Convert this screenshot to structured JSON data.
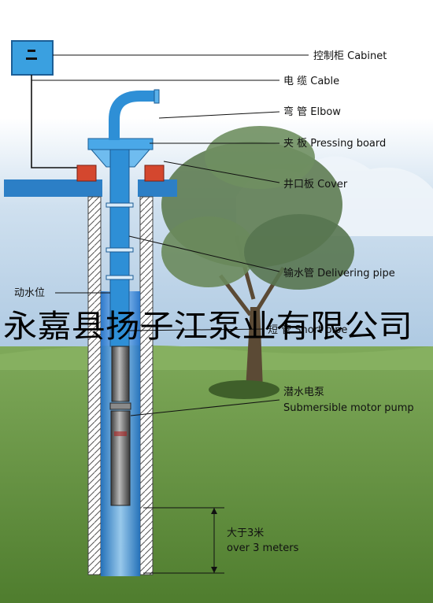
{
  "labels": {
    "cabinet": "控制柜 Cabinet",
    "cable": "电 缆 Cable",
    "elbow": "弯 管 Elbow",
    "pressing_board": "夹 板 Pressing board",
    "cover": "井口板 Cover",
    "delivering_pipe": "输水管 Delivering pipe",
    "dynamic_water_level": "动水位",
    "short_pipe": "短 管 Short pipe",
    "pump_cn": "潜水电泵",
    "pump_en": "Submersible motor pump",
    "depth_cn": "大于3米",
    "depth_en": "over 3 meters"
  },
  "watermark": "永嘉县扬子江泵业有限公司",
  "colors": {
    "pipe_blue": "#2e8fd6",
    "water_blue": "#3a8fe0",
    "cover_red": "#d4472e",
    "grass_green": "#5f8f3a",
    "sky_blue": "#b9d3ea"
  }
}
